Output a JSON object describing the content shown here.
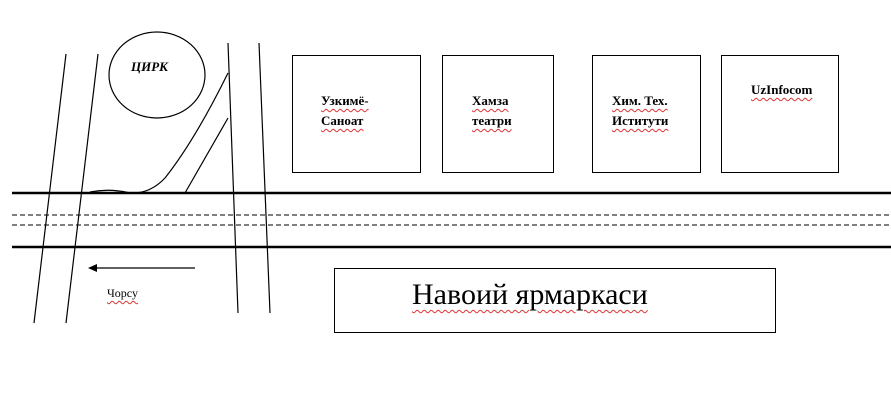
{
  "circus": {
    "label": "ЦИРК"
  },
  "buildings": [
    {
      "line1": "Узкимё-",
      "line2": "Саноат"
    },
    {
      "line1": "Хамза",
      "line2": "театри"
    },
    {
      "line1": "Хим. Тех.",
      "line2": "Иститути"
    },
    {
      "line1": "UzInfocom",
      "line2": ""
    }
  ],
  "fair": {
    "label": "Навоий ярмаркаси"
  },
  "direction": {
    "label": "Чорсу"
  }
}
